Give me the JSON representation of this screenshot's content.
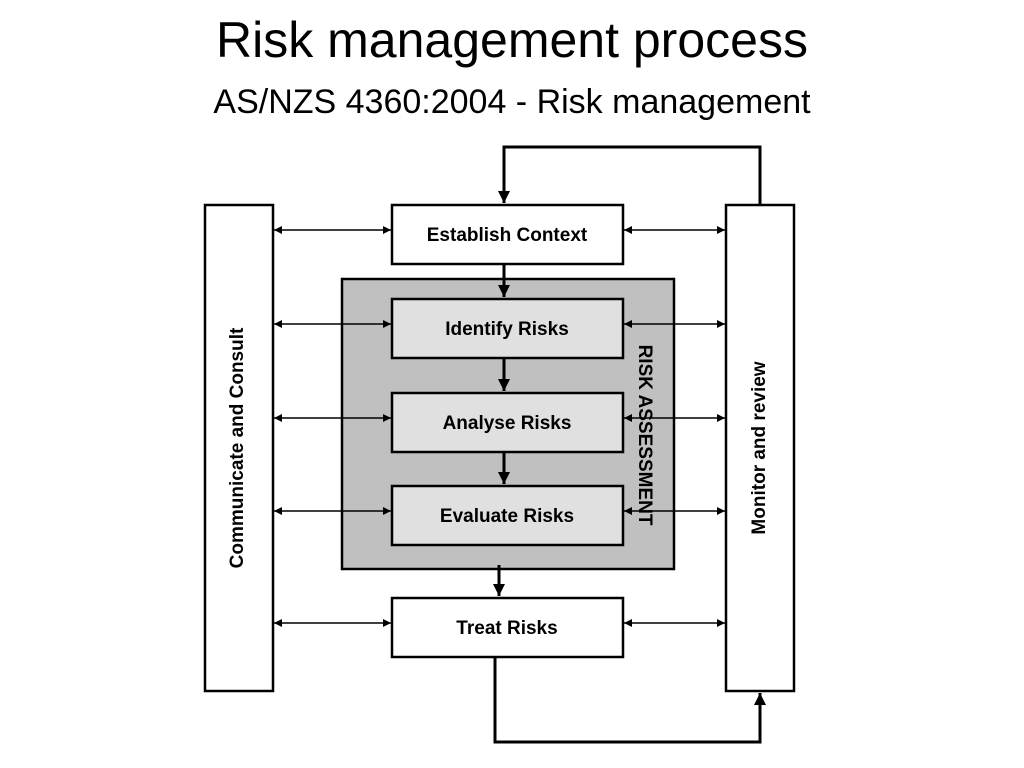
{
  "slide": {
    "title": "Risk management process",
    "subtitle": "AS/NZS 4360:2004 - Risk management"
  },
  "diagram": {
    "left_column": "Communicate and Consult",
    "right_column": "Monitor and review",
    "group_label": "RISK ASSESSMENT",
    "steps": {
      "establish_context": "Establish Context",
      "identify_risks": "Identify Risks",
      "analyse_risks": "Analyse Risks",
      "evaluate_risks": "Evaluate Risks",
      "treat_risks": "Treat Risks"
    },
    "colors": {
      "group_fill": "#c0c0c0",
      "inner_box_fill": "#e0e0e0",
      "outer_box_fill": "#ffffff",
      "stroke": "#000000"
    }
  }
}
